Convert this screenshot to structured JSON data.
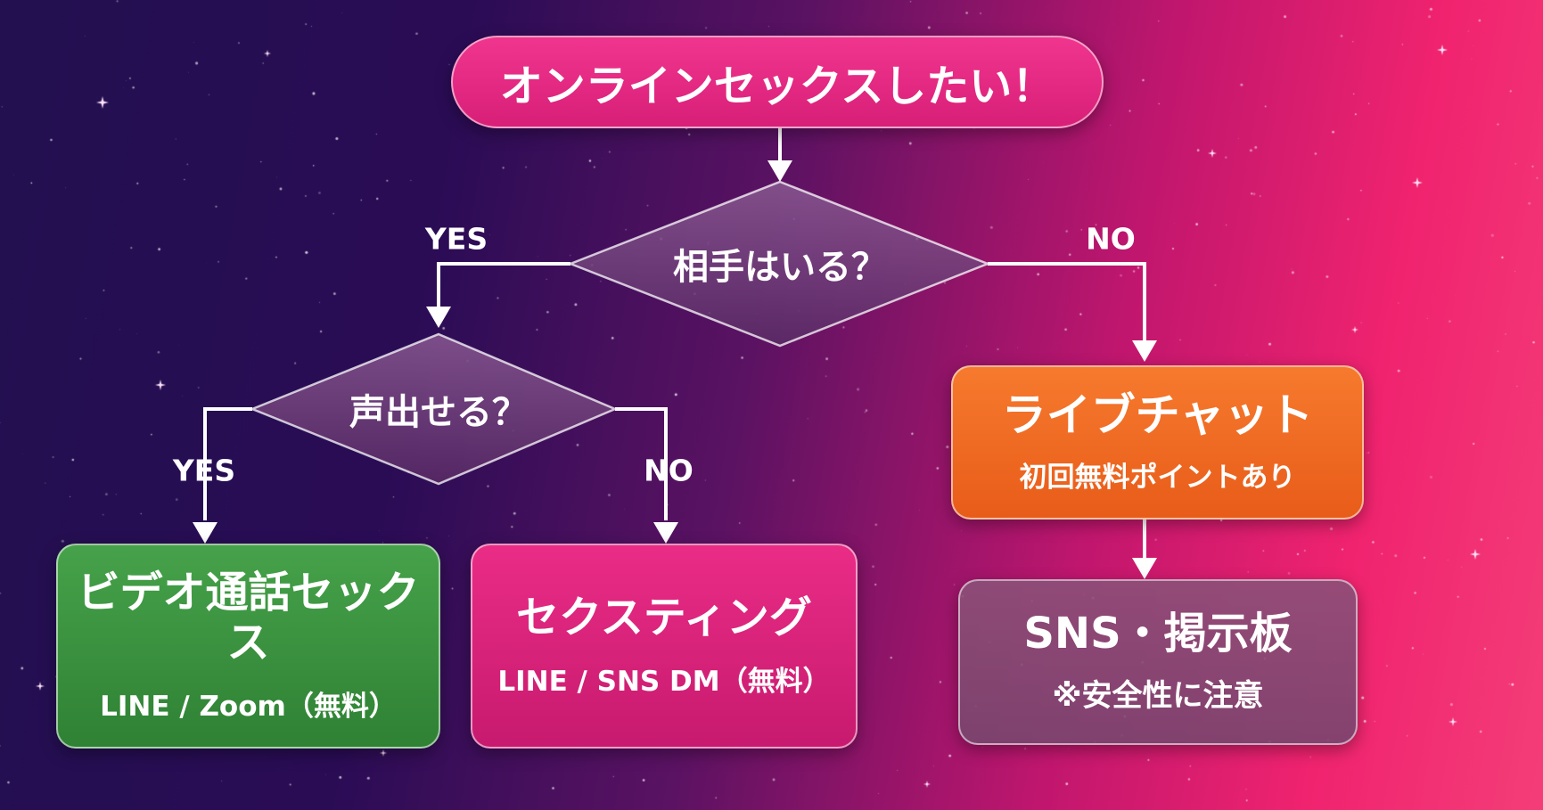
{
  "start": {
    "label": "オンラインセックスしたい！"
  },
  "decisions": {
    "partner": {
      "label": "相手はいる？"
    },
    "voice": {
      "label": "声出せる？"
    }
  },
  "edges": {
    "partner_yes": "YES",
    "partner_no": "NO",
    "voice_yes": "YES",
    "voice_no": "NO"
  },
  "results": {
    "video": {
      "title": "ビデオ通話セックス",
      "sub": "LINE / Zoom（無料）"
    },
    "sexting": {
      "title": "セクスティング",
      "sub": "LINE / SNS DM（無料）"
    },
    "livechat": {
      "title": "ライブチャット",
      "sub": "初回無料ポイントあり"
    },
    "sns": {
      "title": "SNS・掲示板",
      "sub": "※安全性に注意"
    }
  },
  "colors": {
    "start": "#e02a82",
    "decision": "#6a3a72",
    "video": "#3d9441",
    "sexting": "#d8237a",
    "livechat": "#f06d24",
    "sns": "#875275"
  }
}
